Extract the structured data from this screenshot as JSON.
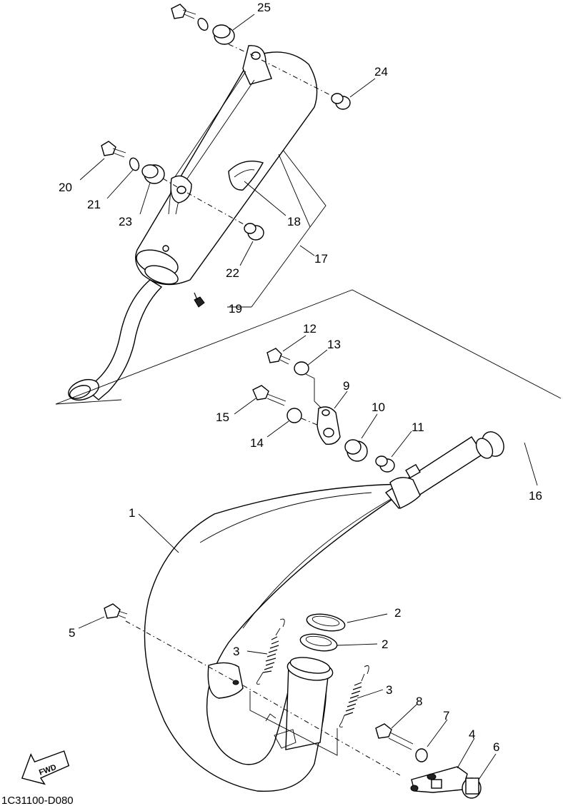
{
  "diagram_code": "1C31100-D080",
  "fwd_label": "FWD",
  "callouts": {
    "c1": "1",
    "c2a": "2",
    "c2b": "2",
    "c3a": "3",
    "c3b": "3",
    "c4": "4",
    "c5": "5",
    "c6": "6",
    "c7": "7",
    "c8": "8",
    "c9": "9",
    "c10": "10",
    "c11": "11",
    "c12": "12",
    "c13": "13",
    "c14": "14",
    "c15": "15",
    "c16": "16",
    "c17": "17",
    "c18": "18",
    "c19": "19",
    "c20": "20",
    "c21": "21",
    "c22": "22",
    "c23": "23",
    "c24": "24",
    "c25": "25"
  }
}
